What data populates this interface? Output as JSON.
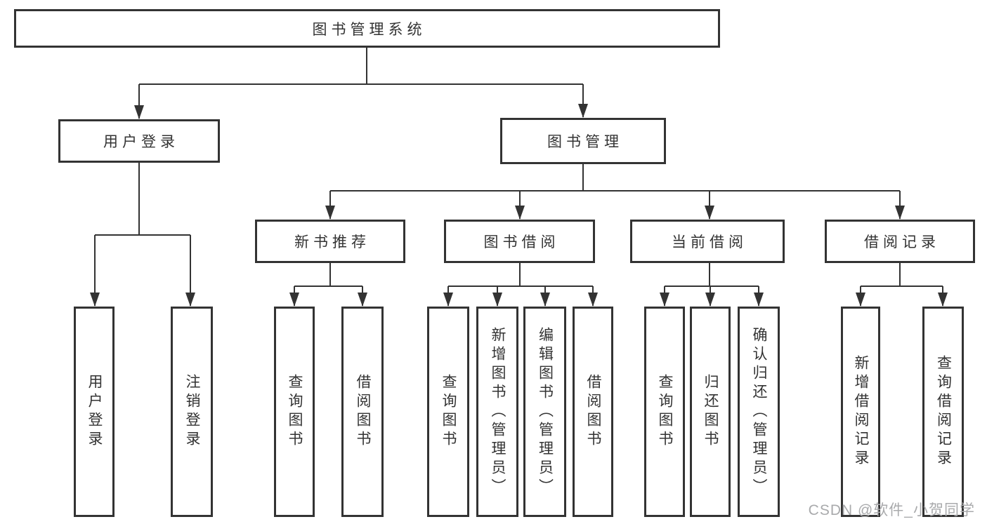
{
  "diagram": {
    "root": "图书管理系统",
    "level2": [
      "用户登录",
      "图书管理"
    ],
    "level3": [
      "新书推荐",
      "图书借阅",
      "当前借阅",
      "借阅记录"
    ],
    "leaves": {
      "user_login": [
        "用户登录",
        "注销登录"
      ],
      "new_book_recommend": [
        "查询图书",
        "借阅图书"
      ],
      "book_borrow": [
        "查询图书",
        "新增图书（管理员）",
        "编辑图书（管理员）",
        "借阅图书"
      ],
      "current_borrow": [
        "查询图书",
        "归还图书",
        "确认归还（管理员）"
      ],
      "borrow_record": [
        "新增借阅记录",
        "查询借阅记录"
      ]
    }
  },
  "watermark": "CSDN @软件_小贺同学",
  "colors": {
    "line": "#333333",
    "border": "#333333",
    "text": "#333333",
    "watermark": "#a9aaac",
    "background": "#ffffff"
  }
}
